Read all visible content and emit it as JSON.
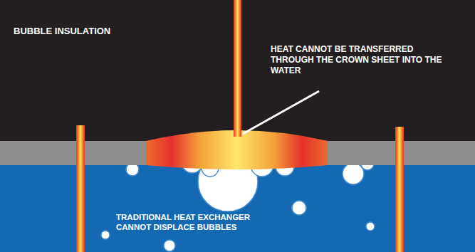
{
  "diagram": {
    "labels": [
      "BUBBLE INSULATION",
      "HEAT CANNOT BE TRANSFERRED THROUGH THE CROWN SHEET INTO THE WATER",
      "TRADITIONAL HEAT EXCHANGER CANNOT DISPLACE BUBBLES"
    ]
  }
}
